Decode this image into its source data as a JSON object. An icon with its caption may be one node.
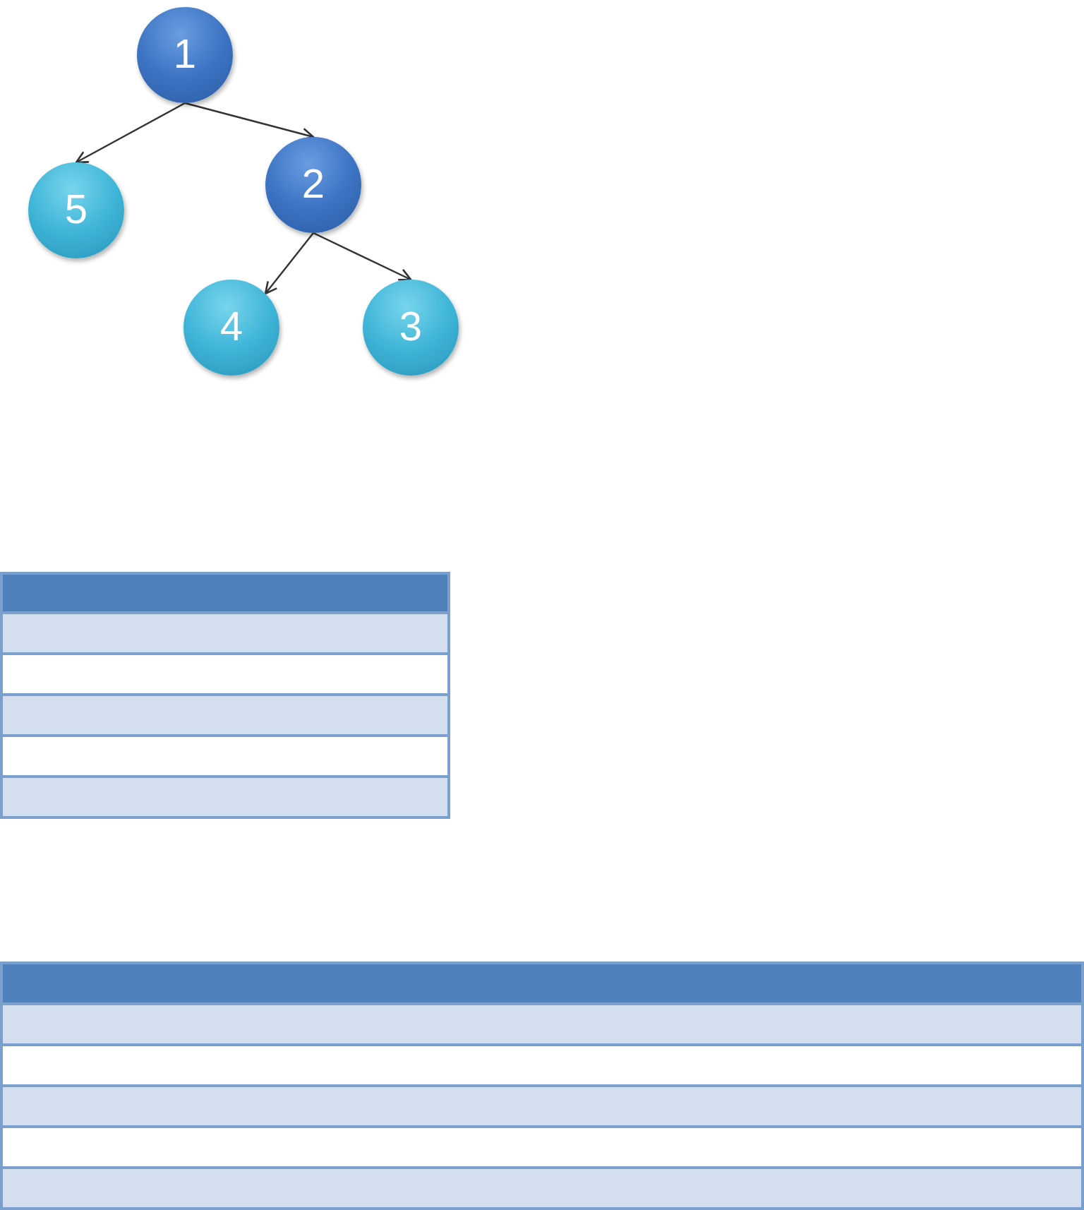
{
  "diagram": {
    "nodes": [
      {
        "text": [
          "1"
        ]
      },
      {
        "text": [
          "5"
        ]
      },
      {
        "text": [
          "2"
        ]
      },
      {
        "text": [
          "4"
        ]
      },
      {
        "text": [
          "3"
        ]
      }
    ],
    "edges": [
      {
        "from": 0,
        "to": 1,
        "arrow": "to"
      },
      {
        "from": 0,
        "to": 2,
        "arrow": "to"
      },
      {
        "from": 2,
        "to": 3,
        "arrow": "to"
      },
      {
        "from": 2,
        "to": 4,
        "arrow": "to"
      }
    ]
  }
}
